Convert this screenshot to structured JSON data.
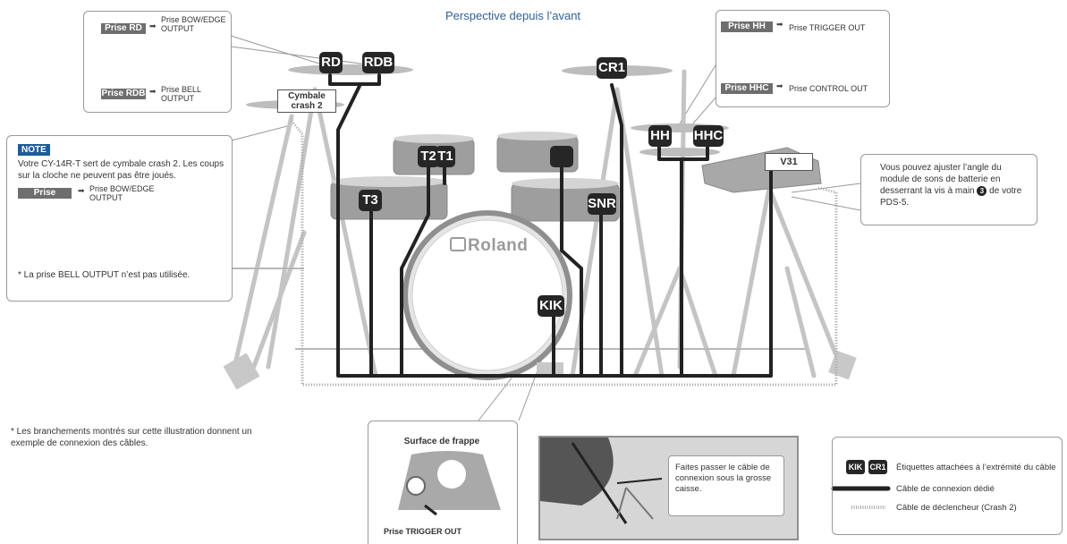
{
  "header": {
    "title": "Perspective depuis l’avant"
  },
  "ride_box": {
    "tag_rd": "Prise RD",
    "text_rd": "Prise BOW/EDGE OUTPUT",
    "tag_rdb": "Prise RDB",
    "text_rdb": "Prise BELL OUTPUT"
  },
  "crash2_label": "Cymbale crash 2",
  "note_box": {
    "badge": "NOTE",
    "text": "Votre CY-14R-T sert de cymbale crash 2. Les coups sur la cloche ne peuvent pas être joués.",
    "tag": "Prise",
    "tag_text": "Prise BOW/EDGE OUTPUT",
    "footnote": "* La prise BELL OUTPUT n’est pas utilisée."
  },
  "hh_box": {
    "tag_hh": "Prise HH",
    "text_hh": "Prise TRIGGER OUT",
    "tag_hhc": "Prise HHC",
    "text_hhc": "Prise CONTROL OUT"
  },
  "module_box": {
    "label": "V31",
    "text_pre": "Vous pouvez ajuster l’angle du module de sons de batterie en desserrant la vis à main",
    "step": "3",
    "text_post": "de votre PDS-5."
  },
  "drum_tags": {
    "rd": "RD",
    "rdb": "RDB",
    "cr1": "CR1",
    "hh": "HH",
    "hhc": "HHC",
    "t1": "T1",
    "t2": "T2",
    "t3": "T3",
    "snr": "SNR",
    "kik": "KIK"
  },
  "brand": "Roland",
  "footnote_connection": "* Les branchements montrés sur cette illustration donnent un exemple de connexion des câbles.",
  "kick_box": {
    "title": "Surface de frappe",
    "jack": "Prise TRIGGER OUT"
  },
  "cable_box": {
    "text": "Faites passer le câble de connexion sous la grosse caisse."
  },
  "legend": {
    "tag_kik": "KIK",
    "tag_cr1": "CR1",
    "tags_text": "Étiquettes attachées à l’extrémité du câble",
    "dedicated": "Câble de connexion dédié",
    "trigger": "Câble de déclencheur (Crash 2)"
  },
  "colors": {
    "title_blue": "#2f5f9a",
    "tag_dark": "#262626",
    "note_blue": "#1f5b99",
    "box_border": "#9a9a9a"
  }
}
